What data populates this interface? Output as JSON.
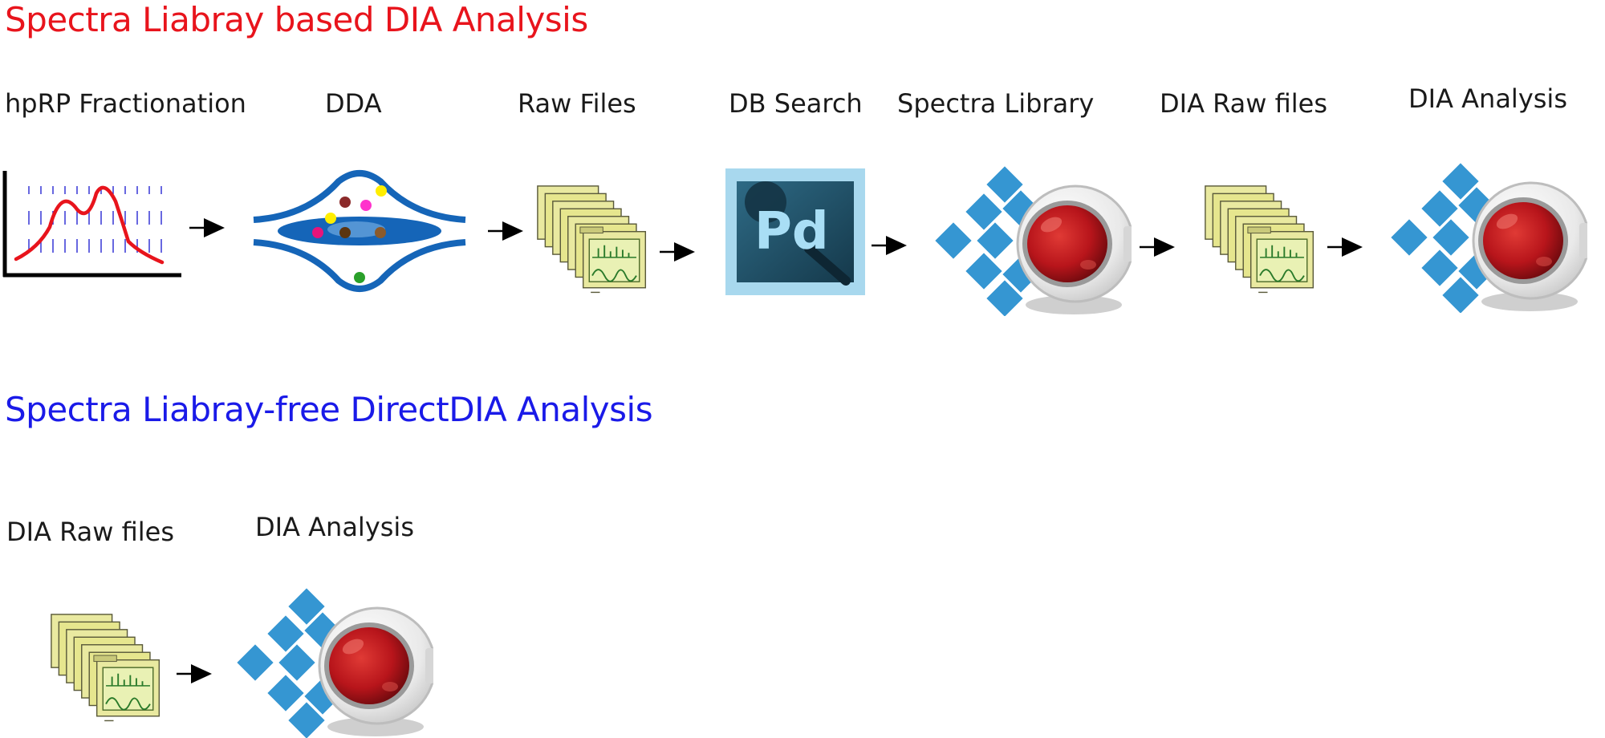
{
  "titles": {
    "library_based": "Spectra Liabray based DIA Analysis",
    "library_free": "Spectra Liabray-free DirectDIA Analysis"
  },
  "pipeline_top": {
    "steps": [
      {
        "label": "hpRP Fractionation",
        "icon": "chromatogram-icon"
      },
      {
        "label": "DDA",
        "icon": "mass-spec-ion-trap-icon"
      },
      {
        "label": "Raw Files",
        "icon": "raw-files-stack-icon"
      },
      {
        "label": "DB Search",
        "icon": "proteome-discoverer-icon",
        "icon_text": "Pd"
      },
      {
        "label": "Spectra Library",
        "icon": "spectronaut-icon"
      },
      {
        "label": "DIA Raw files",
        "icon": "raw-files-stack-icon"
      },
      {
        "label": "DIA Analysis",
        "icon": "spectronaut-icon"
      }
    ]
  },
  "pipeline_bottom": {
    "steps": [
      {
        "label": "DIA Raw files",
        "icon": "raw-files-stack-icon"
      },
      {
        "label": "DIA Analysis",
        "icon": "spectronaut-icon"
      }
    ]
  },
  "colors": {
    "library_based_title": "#e8141c",
    "library_free_title": "#1a1ae8",
    "arrow": "#000000",
    "ms_blue": "#1565b8",
    "pd_bg": "#a8d8ee",
    "pd_inner": "#1f4f66",
    "pd_text": "#a9def5",
    "diamond_blue": "#3596d2",
    "helmet_red": "#b8151b",
    "folder_yellow": "#e6e68e",
    "chromatogram_red": "#e8141c"
  }
}
